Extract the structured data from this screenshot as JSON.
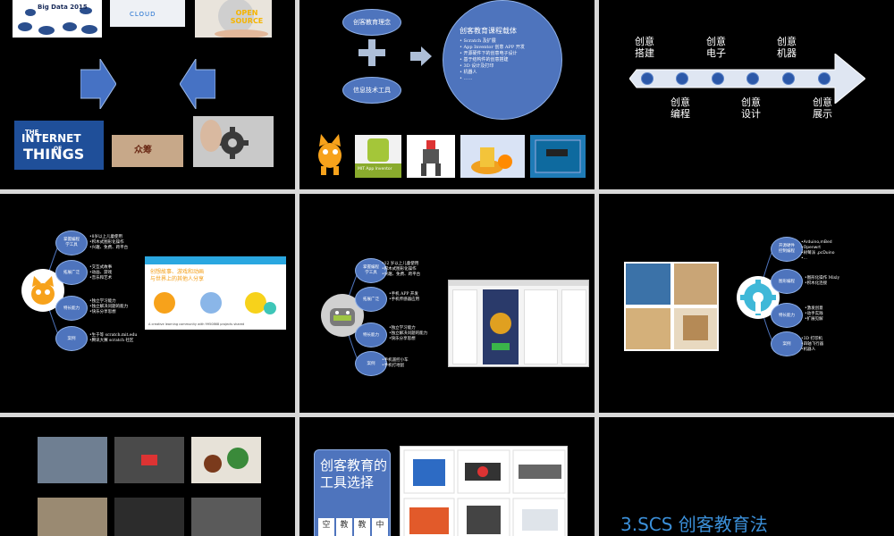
{
  "slide1": {
    "bigdata": "Big Data 2015",
    "cloud": "CLOUD",
    "opensource": "OPEN SOURCE",
    "iot_line1": "THE",
    "iot_line2": "INTERNET",
    "iot_line3": "OF",
    "iot_line4": "THINGS",
    "crowdfunding": "众筹"
  },
  "slide2": {
    "oval1": "创客教育理念",
    "oval2": "信息技术工具",
    "circle_title": "创客教育课程载体",
    "items": [
      "• Scratch 及扩展",
      "• App Inventor 创意 APP 开发",
      "• 开源硬件下的创意电子设计",
      "• 基于结构件的创意搭建",
      "• 3D 设计及打印",
      "• 机器人",
      "• ……"
    ],
    "app_inventor": "MIT App Inventor"
  },
  "slide3": {
    "top": [
      "创意\n搭建",
      "创意\n电子",
      "创意\n机器"
    ],
    "bottom": [
      "创意\n编程",
      "创意\n设计",
      "创意\n展示"
    ]
  },
  "slide4": {
    "nodes": [
      "掌握编程\n学工具",
      "拓展广泛",
      "特长能力",
      "案例"
    ],
    "notes": [
      [
        "•8岁以上儿童使用",
        "•积木式图形化操作",
        "•兴趣、免费、跨平台"
      ],
      [
        "•交互式故事",
        "•动画、游戏",
        "•音乐和艺术"
      ],
      [
        "•独立学习能力",
        "•独立解决问题的能力",
        "•快乐分享思想"
      ],
      [
        "•生于等 scratch.mit.edu",
        "•腾讯大赛 scratch 社区"
      ]
    ],
    "banner_line1": "创想故事、游戏和动画",
    "banner_line2": "与世界上的其他人分享",
    "banner_foot": "A creative learning community with 9950868 projects shared"
  },
  "slide5": {
    "nodes": [
      "掌握编程\n学工具",
      "拓展广泛",
      "特长能力",
      "案例"
    ],
    "notes": [
      [
        "•12 岁以上儿童使用",
        "•积木式图形化操作",
        "•兴趣、免费、跨平台"
      ],
      [
        "•手机 APP 开发",
        "•手机传感器应用"
      ],
      [
        "•独立学习能力",
        "•独立解决问题的能力",
        "•快乐分享思想"
      ],
      [
        "•手机遥控小车",
        "•手机打地鼠"
      ]
    ]
  },
  "slide6": {
    "nodes": [
      "开源硬件\n控制编程",
      "图形编程",
      "特长能力",
      "案例"
    ],
    "notes": [
      [
        "•Arduino,mBed",
        "•Openwrt",
        "•树莓派 ,pcDuino",
        "•..."
      ],
      [
        "•图形化操作 Mixly",
        "•积木化连接"
      ],
      [
        "•激发创意",
        "•动手实践",
        "•扩展见解"
      ],
      [
        "•3D 打印机",
        "•四轴飞行器",
        "•机器人"
      ]
    ]
  },
  "slide8": {
    "title": "创客教育的\n工具选择",
    "tabs": [
      "空",
      "教",
      "教",
      "中"
    ]
  },
  "slide9": {
    "heading": "3.SCS 创客教育法"
  }
}
